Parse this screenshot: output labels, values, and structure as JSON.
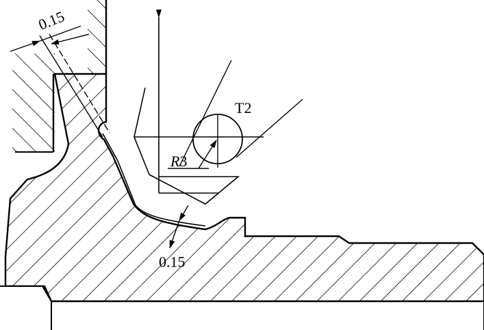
{
  "drawing": {
    "annotations": {
      "clearance_top": "0.15",
      "clearance_bottom": "0.15",
      "tool_label": "T2",
      "radius_prefix": "R",
      "radius_value": "3"
    },
    "colors": {
      "line": "#000000",
      "background": "#ffffff"
    }
  }
}
